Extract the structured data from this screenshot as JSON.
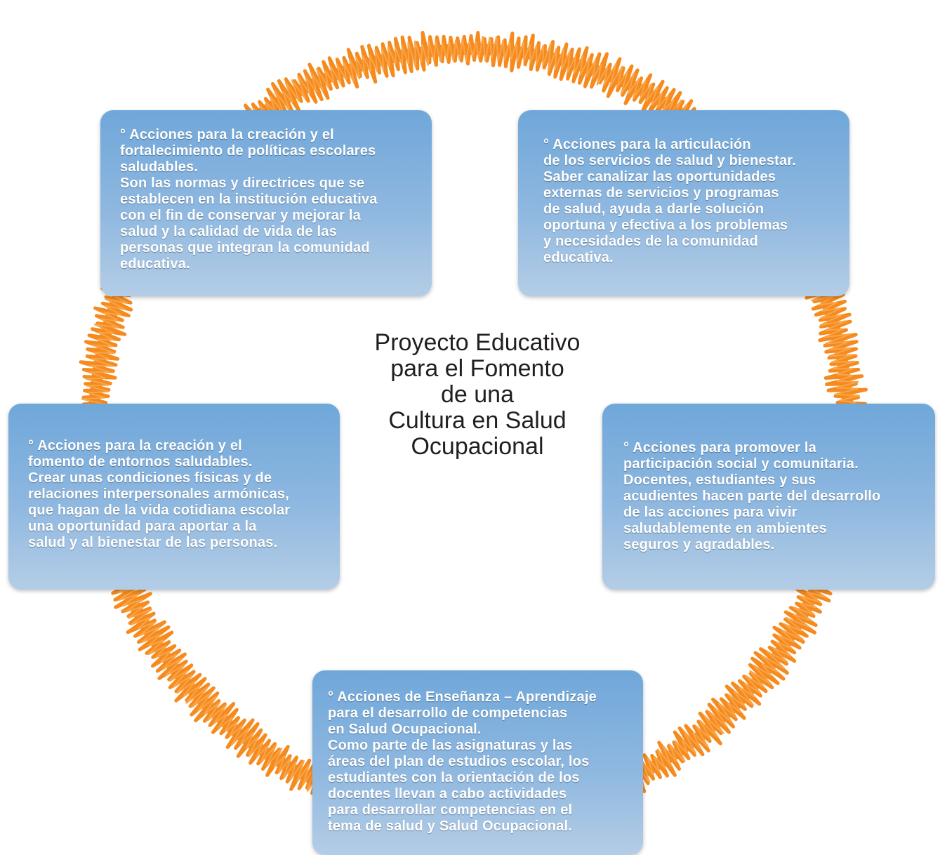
{
  "diagram": {
    "center_title": "Proyecto Educativo\npara el Fomento\nde una\nCultura en Salud\nOcupacional",
    "colors": {
      "ring": "#f58b1f",
      "box_top": "#6fa7da",
      "box_bottom": "#b4cde6",
      "box_text": "#ffffff",
      "title_text": "#231f20"
    },
    "boxes": [
      {
        "id": "top-left",
        "text": "° Acciones para la creación y el\nfortalecimiento de políticas escolares\nsaludables.\nSon las normas y directrices que se\nestablecen en la institución educativa\ncon el fin de conservar y mejorar la\nsalud y la calidad de vida de las\npersonas que integran la comunidad\neducativa."
      },
      {
        "id": "top-right",
        "text": "° Acciones para la articulación\nde los servicios de salud y bienestar.\nSaber canalizar las oportunidades\nexternas de servicios y programas\nde salud, ayuda a darle solución\noportuna y efectiva a los problemas\ny necesidades de la comunidad\neducativa."
      },
      {
        "id": "mid-left",
        "text": "° Acciones para la creación y el\nfomento de entornos saludables.\nCrear unas condiciones físicas y de\nrelaciones interpersonales armónicas,\nque hagan de la vida cotidiana escolar\nuna oportunidad para aportar a la\nsalud y al bienestar de las personas."
      },
      {
        "id": "mid-right",
        "text": "° Acciones para promover la\nparticipación social y comunitaria.\nDocentes, estudiantes y sus\nacudientes hacen parte del desarrollo\nde las acciones para vivir\nsaludablemente en ambientes\nseguros y agradables."
      },
      {
        "id": "bottom",
        "text": "° Acciones de Enseñanza – Aprendizaje\npara el desarrollo de competencias\nen Salud Ocupacional.\nComo parte de las asignaturas y las\náreas del plan de estudios escolar, los\nestudiantes con la orientación de los\ndocentes  llevan a cabo actividades\npara desarrollar competencias en el\ntema de salud y Salud Ocupacional."
      }
    ]
  }
}
